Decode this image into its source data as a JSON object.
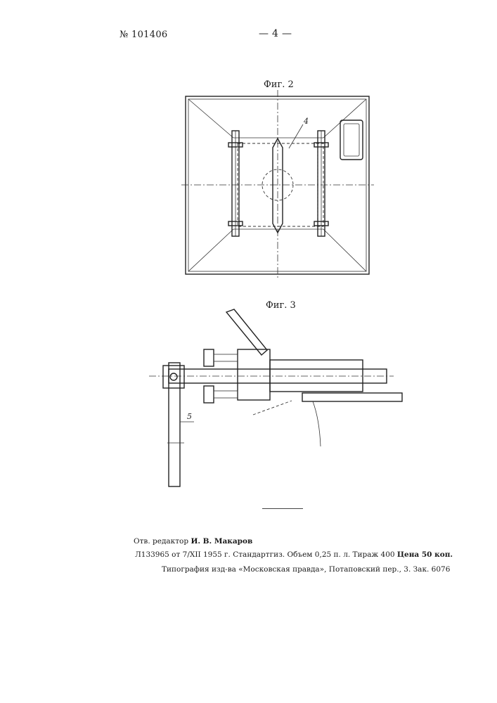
{
  "header": {
    "patent_number": "№ 101406",
    "page_number": "— 4 —"
  },
  "figures": {
    "fig2": {
      "caption": "Фиг. 2",
      "callout": "4"
    },
    "fig3": {
      "caption": "Фиг. 3",
      "callout": "5"
    }
  },
  "footer": {
    "editor_label": "Отв. редактор",
    "editor_name": "И. В. Макаров",
    "line2": "Л133965 от 7/XII 1955 г.   Стандартгиз.   Объем 0,25 п. л.   Тираж 400",
    "price": "Цена 50 коп.",
    "line3": "Типография изд-ва «Московская правда», Потаповский пер., 3. Зак. 6076"
  }
}
